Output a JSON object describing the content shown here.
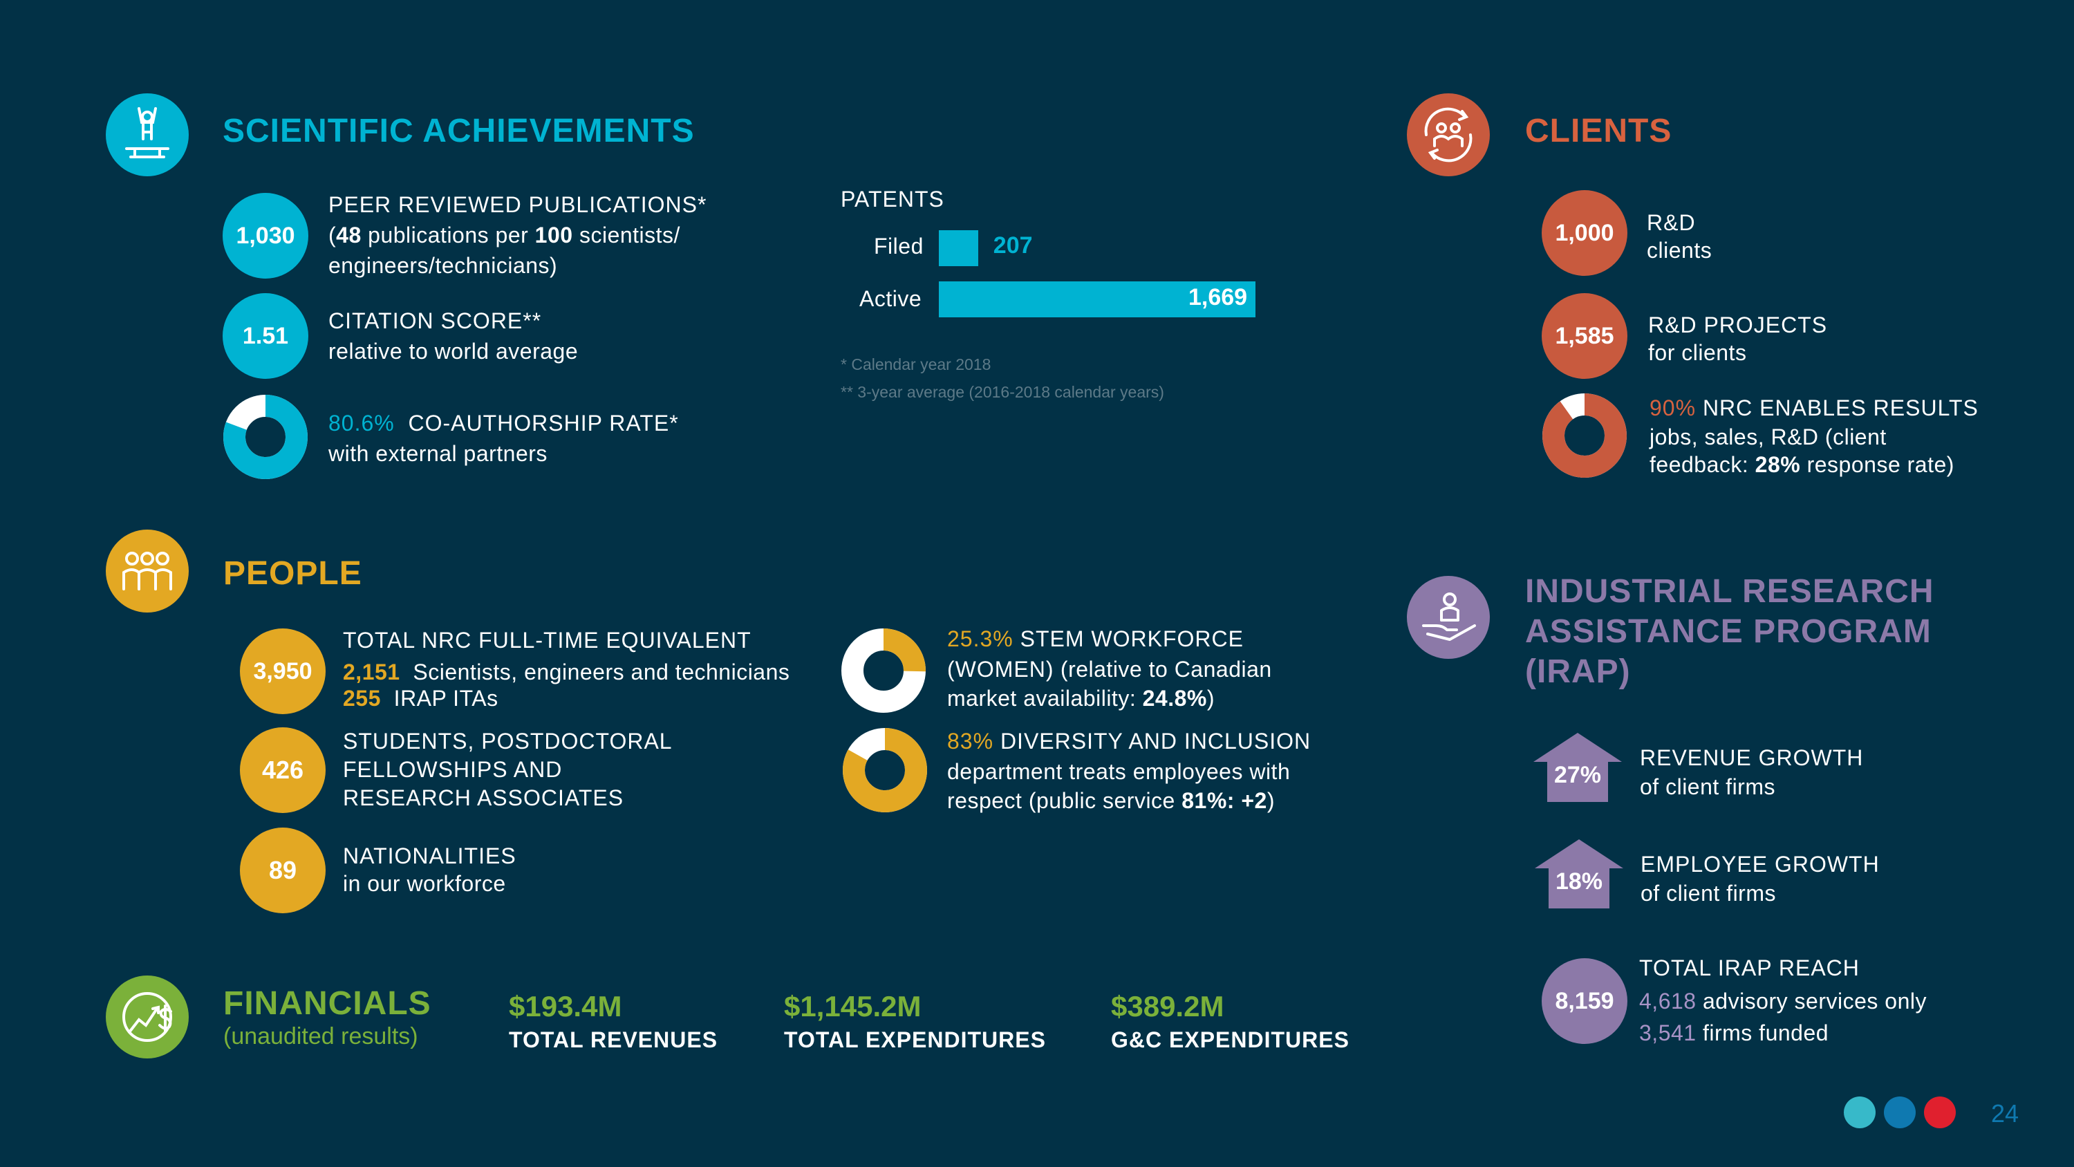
{
  "colors": {
    "background": "#023146",
    "cyan": "#00b3d2",
    "gold": "#e3a823",
    "rust": "#c85a3e",
    "purple": "#8c79a8",
    "green": "#7bb13a",
    "white": "#ffffff",
    "red": "#e0202e",
    "teal": "#37b9c9",
    "blue": "#0f79b0"
  },
  "scientific": {
    "title": "SCIENTIFIC ACHIEVEMENTS",
    "icon": "achievement-person-icon",
    "peer": {
      "value": "1,030",
      "title": "PEER REVIEWED PUBLICATIONS*",
      "line2_a": "(",
      "line2_b": "48",
      "line2_c": " publications per ",
      "line2_d": "100",
      "line2_e": " scientists/",
      "line3": "engineers/technicians)"
    },
    "citation": {
      "value": "1.51",
      "title": "CITATION SCORE**",
      "sub": "relative to world average"
    },
    "coauthor": {
      "percent_label": "80.6%",
      "title": "CO-AUTHORSHIP RATE*",
      "sub": "with external partners",
      "fraction": 0.806
    }
  },
  "patents": {
    "title": "PATENTS",
    "filed_label": "Filed",
    "filed_value": "207",
    "active_label": "Active",
    "active_value": "1,669",
    "note1": "* Calendar year 2018",
    "note2": "** 3-year average (2016-2018 calendar years)"
  },
  "clients": {
    "title": "CLIENTS",
    "icon": "clients-cycle-icon",
    "rd_clients": {
      "value": "1,000",
      "l1": "R&D",
      "l2": "clients"
    },
    "rd_projects": {
      "value": "1,585",
      "l1": "R&D PROJECTS",
      "l2": "for clients"
    },
    "results": {
      "percent_label": "90%",
      "title": " NRC ENABLES RESULTS",
      "l2": "jobs, sales, R&D (client",
      "l3a": "feedback: ",
      "l3b": "28%",
      "l3c": " response rate)",
      "fraction": 0.9
    }
  },
  "people": {
    "title": "PEOPLE",
    "icon": "group-people-icon",
    "fte": {
      "value": "3,950",
      "title": "TOTAL NRC FULL-TIME EQUIVALENT",
      "n1": "2,151",
      "t1": "Scientists, engineers and technicians",
      "n2": "255",
      "t2": "IRAP ITAs"
    },
    "students": {
      "value": "426",
      "l1": "STUDENTS, POSTDOCTORAL",
      "l2": "FELLOWSHIPS AND",
      "l3": "RESEARCH ASSOCIATES"
    },
    "nationalities": {
      "value": "89",
      "l1": "NATIONALITIES",
      "l2": "in our workforce"
    },
    "stem": {
      "percent_label": "25.3%",
      "l1": " STEM WORKFORCE",
      "l2a": "(WOMEN)",
      "l2b": " (relative to Canadian",
      "l3a": "market availability: ",
      "l3b": "24.8%",
      "l3c": ")",
      "fraction": 0.253
    },
    "diversity": {
      "percent_label": "83%",
      "l1": " DIVERSITY AND INCLUSION",
      "l2": "department treats employees with",
      "l3a": "respect (public service ",
      "l3b": "81%: +2",
      "l3c": ")",
      "fraction": 0.83
    }
  },
  "irap": {
    "title_l1": "INDUSTRIAL RESEARCH",
    "title_l2": "ASSISTANCE PROGRAM",
    "title_l3": "(IRAP)",
    "icon": "hand-person-icon",
    "revenue": {
      "value": "27%",
      "l1": "REVENUE GROWTH",
      "l2": "of client firms"
    },
    "employee": {
      "value": "18%",
      "l1": "EMPLOYEE GROWTH",
      "l2": "of client firms"
    },
    "reach": {
      "value": "8,159",
      "l1": "TOTAL IRAP REACH",
      "n1": "4,618",
      "t1": " advisory services only",
      "n2": "3,541",
      "t2": " firms funded"
    }
  },
  "financials": {
    "title": "FINANCIALS",
    "sub": "(unaudited results)",
    "icon": "financial-dollar-chart-icon",
    "revenues": {
      "value": "$193.4M",
      "label": "TOTAL REVENUES"
    },
    "expenditures": {
      "value": "$1,145.2M",
      "label": "TOTAL EXPENDITURES"
    },
    "gc": {
      "value": "$389.2M",
      "label": "G&C EXPENDITURES"
    }
  },
  "footer": {
    "page_number": "24"
  },
  "chart_data": {
    "type": "bar",
    "title": "PATENTS",
    "categories": [
      "Filed",
      "Active"
    ],
    "values": [
      207,
      1669
    ]
  }
}
